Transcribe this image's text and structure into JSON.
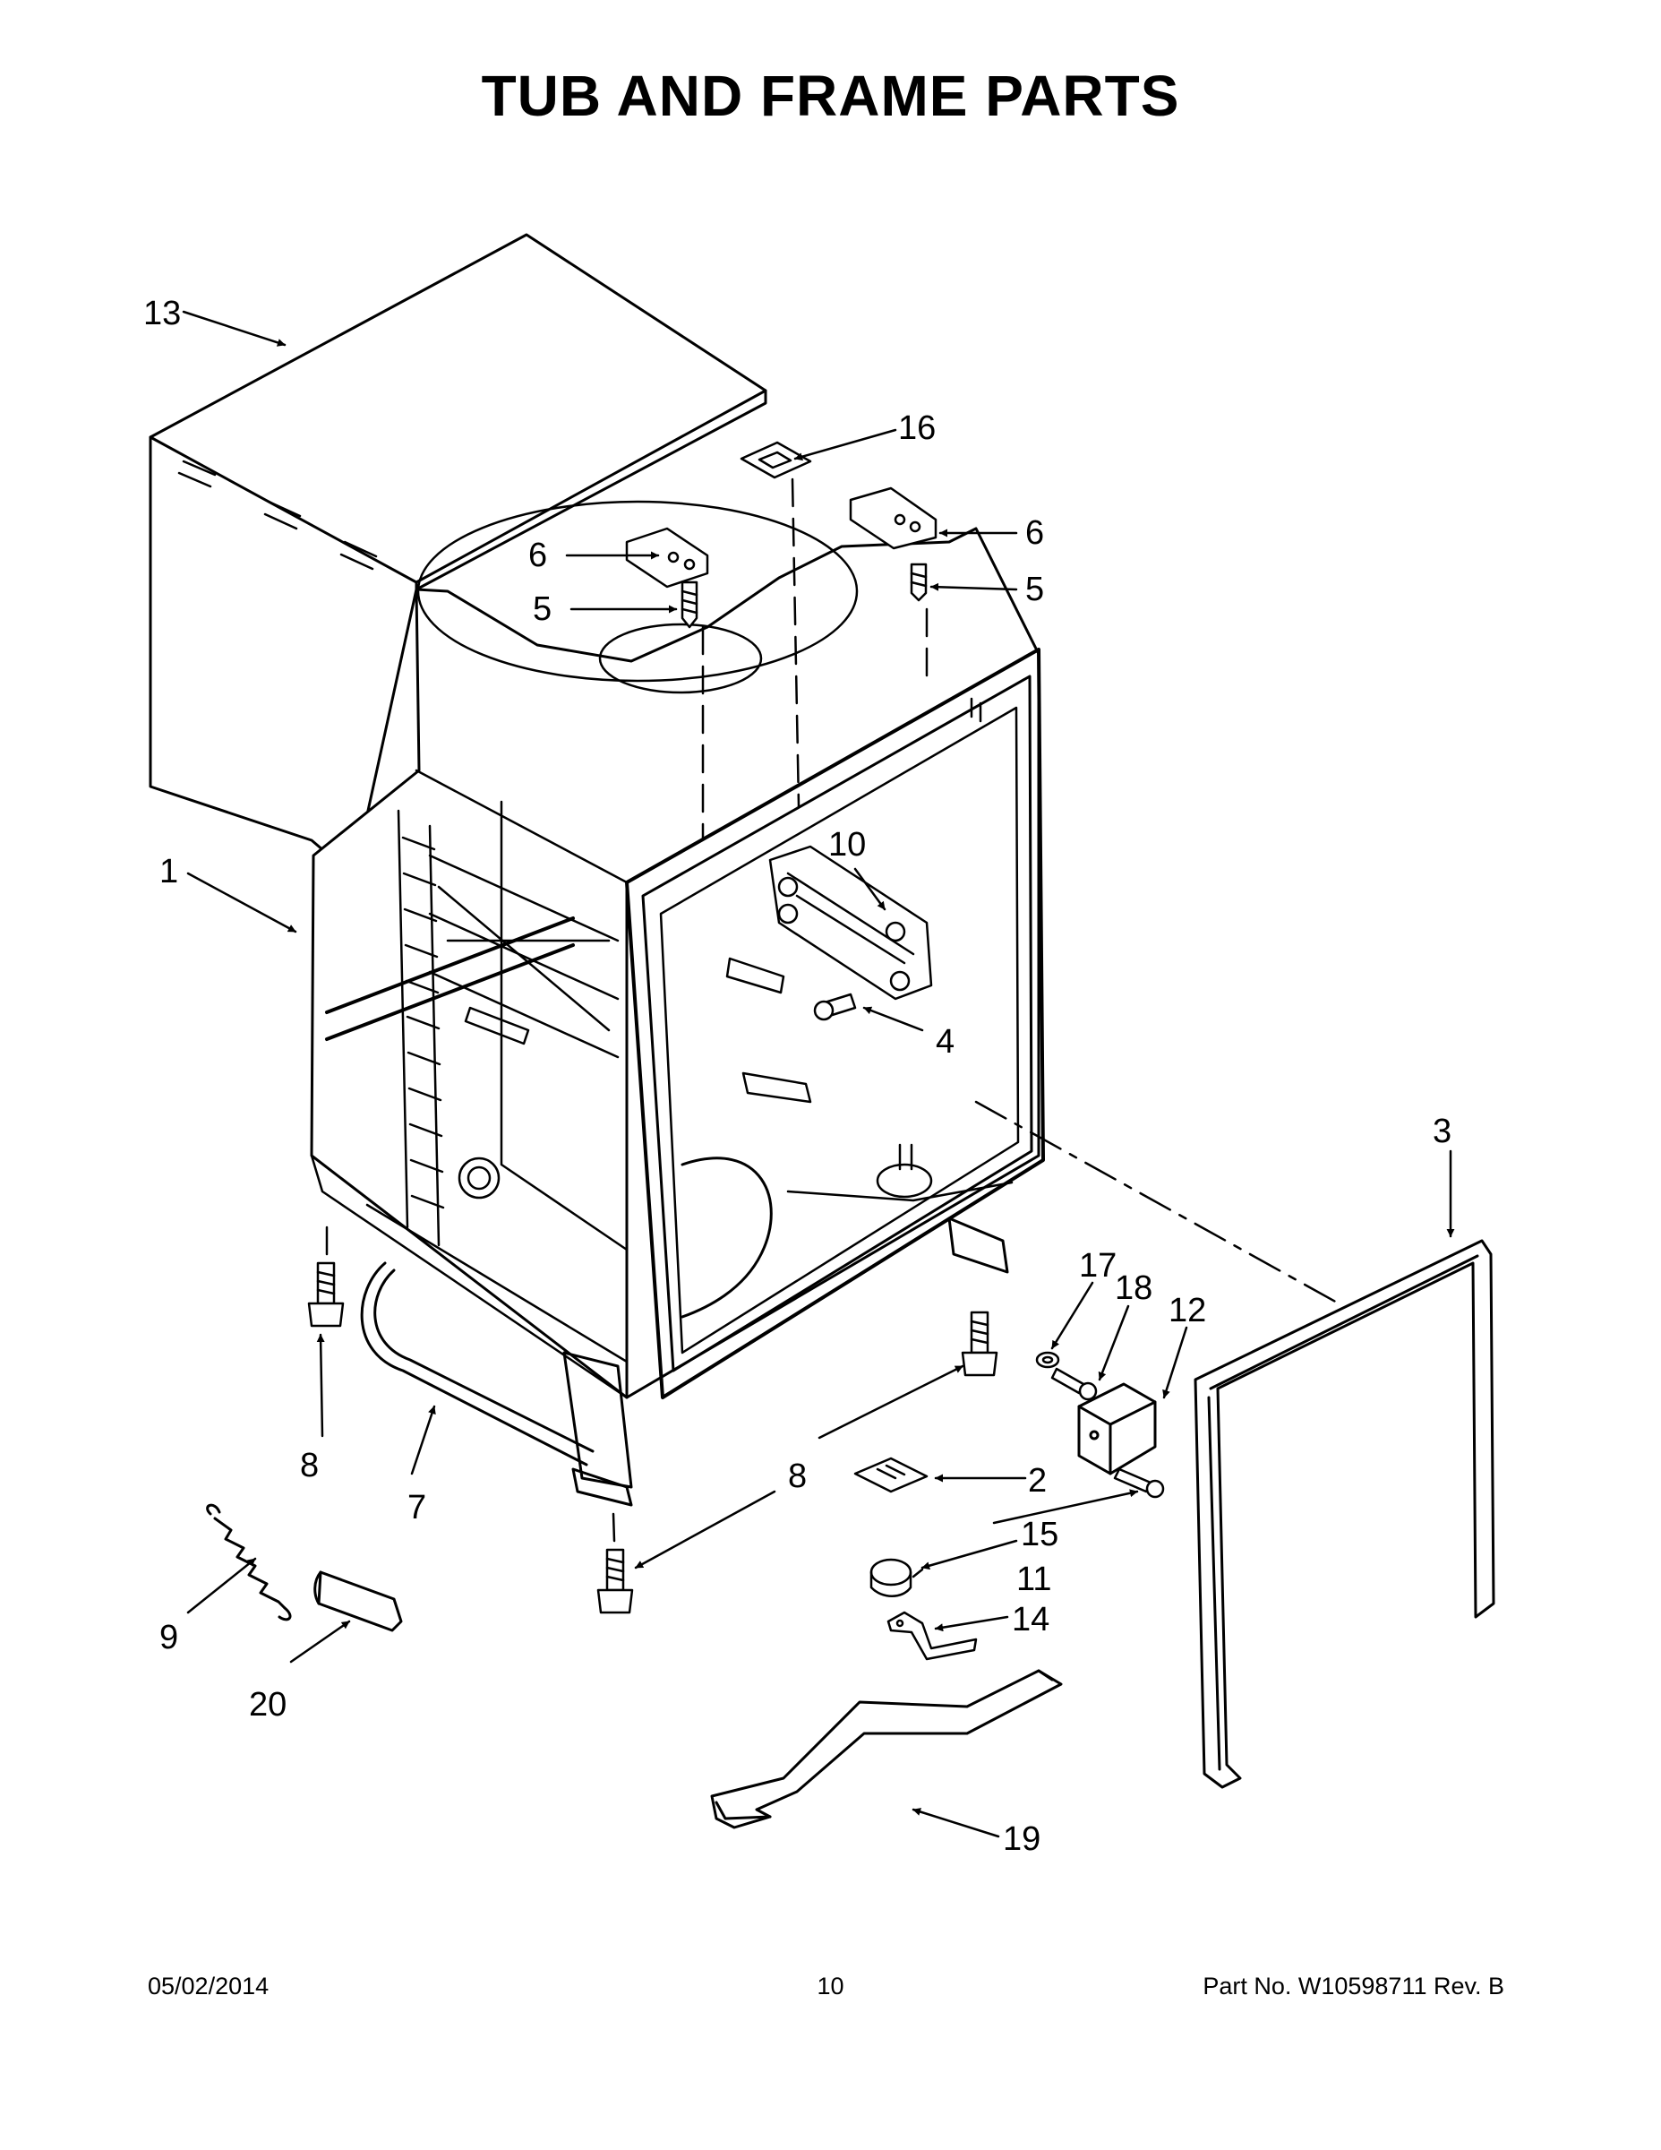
{
  "page": {
    "title": "TUB AND FRAME PARTS"
  },
  "callouts": {
    "p1": "1",
    "p2": "2",
    "p3": "3",
    "p4": "4",
    "p5a": "5",
    "p5b": "5",
    "p6a": "6",
    "p6b": "6",
    "p7": "7",
    "p8a": "8",
    "p8b": "8",
    "p9": "9",
    "p10": "10",
    "p11": "11",
    "p12": "12",
    "p13": "13",
    "p14": "14",
    "p15": "15",
    "p16": "16",
    "p17": "17",
    "p18": "18",
    "p19": "19",
    "p20": "20"
  },
  "footer": {
    "date": "05/02/2014",
    "page_number": "10",
    "part_number": "Part No.  W10598711  Rev.  B"
  }
}
